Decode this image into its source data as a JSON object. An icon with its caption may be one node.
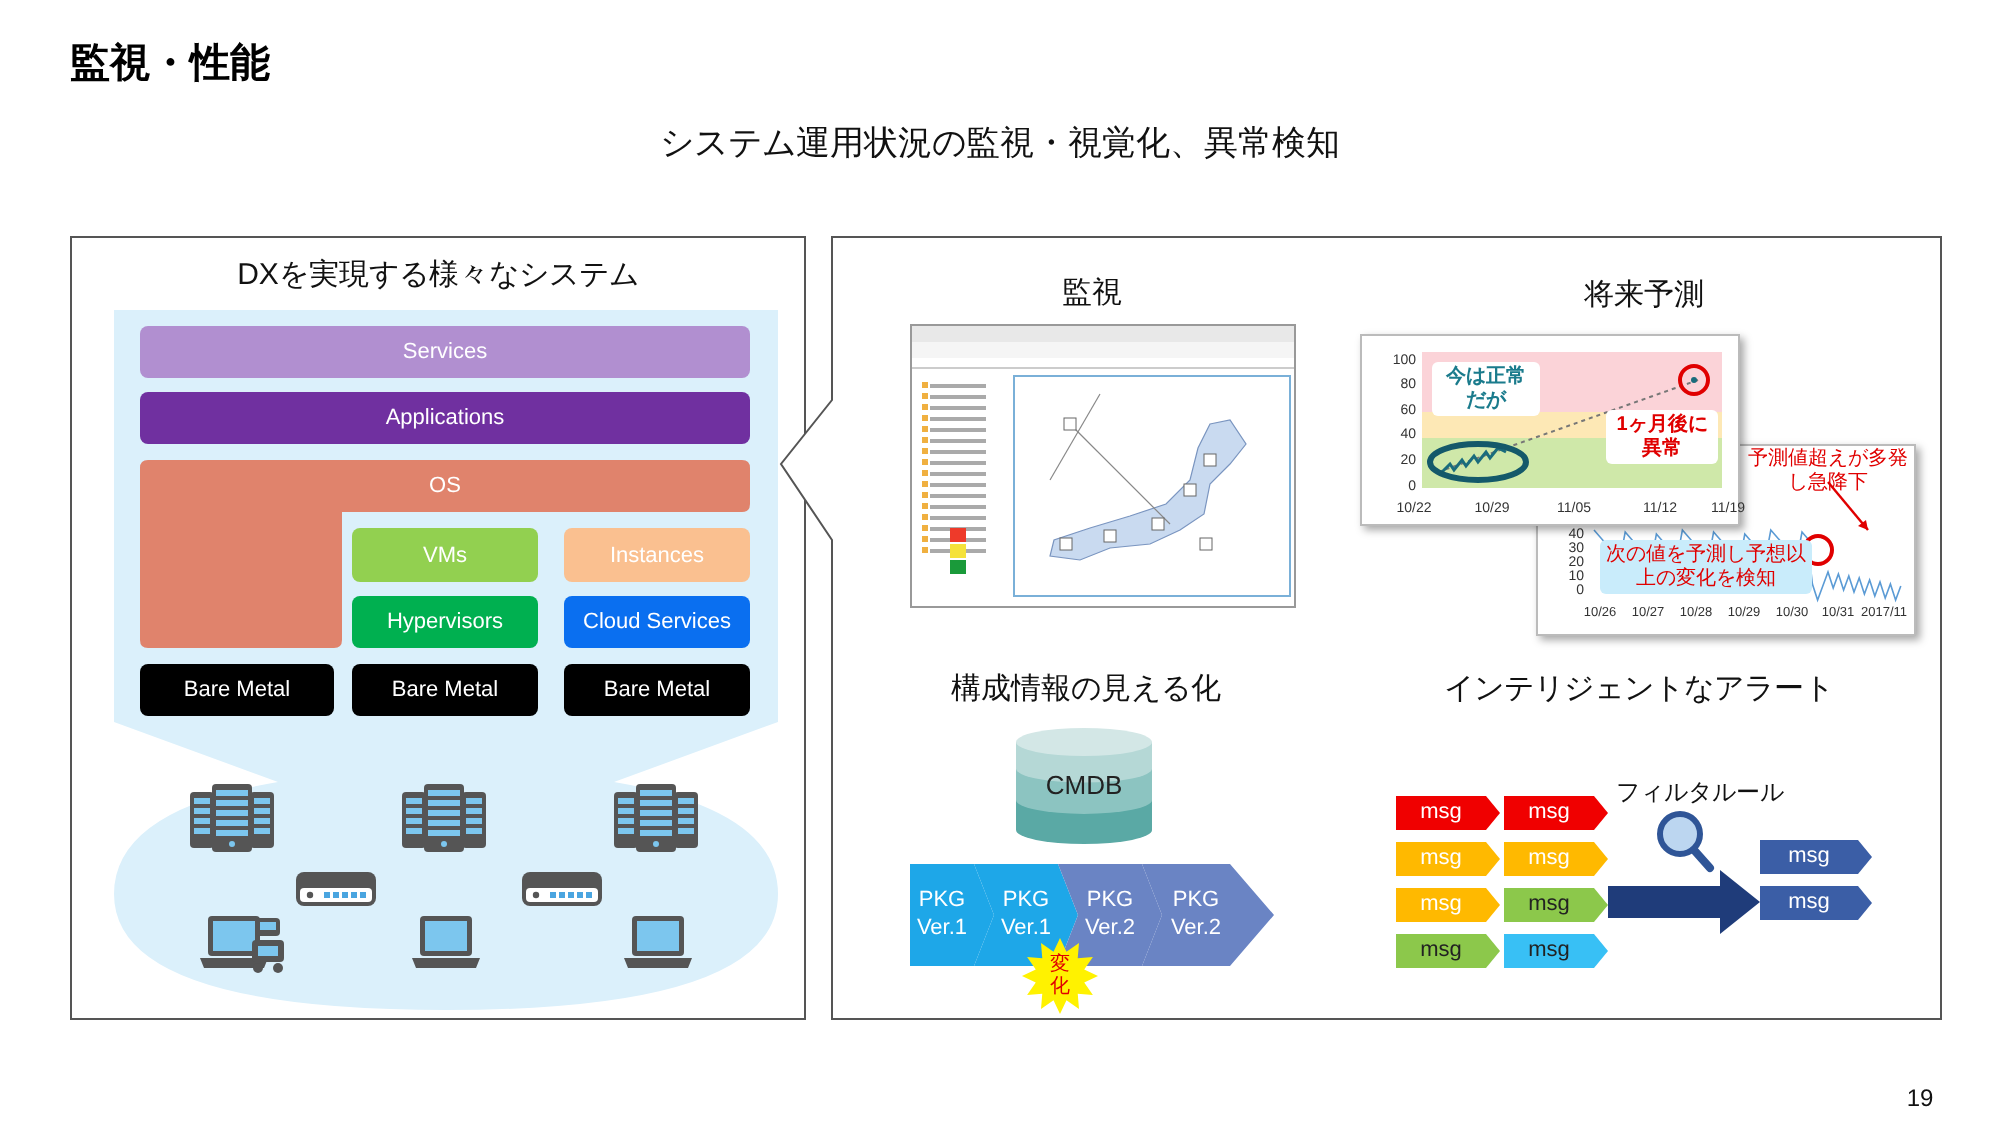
{
  "diagram": {
    "title": "監視・性能",
    "nodes": [
      {
        "text": [
          "DXを実現する様々なシステム"
        ]
      },
      {
        "text": [
          "Services"
        ],
        "in": 0
      },
      {
        "text": [
          "Applications"
        ],
        "in": 0
      },
      {
        "text": [
          "OS"
        ],
        "in": 0
      },
      {
        "text": [
          "VMs"
        ],
        "in": 0
      },
      {
        "text": [
          "Instances"
        ],
        "in": 0
      },
      {
        "text": [
          "Hypervisors"
        ],
        "in": 0
      },
      {
        "text": [
          "Cloud Services"
        ],
        "in": 0
      },
      {
        "text": [
          "Bare Metal"
        ],
        "in": 0
      },
      {
        "text": [
          "Bare Metal"
        ],
        "in": 0
      },
      {
        "text": [
          "Bare Metal"
        ],
        "in": 0
      },
      {
        "text": [],
        "shape": "box"
      },
      {
        "text": [
          "CMDB"
        ],
        "in": 11
      },
      {
        "text": [
          "PKG Ver.1"
        ],
        "in": 11
      },
      {
        "text": [
          "PKG Ver.1"
        ],
        "in": 11
      },
      {
        "text": [
          "PKG Ver.2"
        ],
        "in": 11
      },
      {
        "text": [
          "PKG Ver.2"
        ],
        "in": 11
      },
      {
        "text": [
          "変化"
        ],
        "in": 11
      },
      {
        "text": [
          "msg"
        ],
        "in": 11
      },
      {
        "text": [
          "msg"
        ],
        "in": 11
      },
      {
        "text": [
          "msg"
        ],
        "in": 11
      },
      {
        "text": [
          "msg"
        ],
        "in": 11
      },
      {
        "text": [
          "msg"
        ],
        "in": 11
      },
      {
        "text": [
          "msg"
        ],
        "in": 11
      },
      {
        "text": [
          "msg"
        ],
        "in": 11
      },
      {
        "text": [
          "msg"
        ],
        "in": 11
      },
      {
        "text": [
          "msg"
        ],
        "in": 11
      },
      {
        "text": [
          "msg"
        ],
        "in": 11
      }
    ],
    "edges": [
      {
        "from": 23,
        "to": 27,
        "arrow": "to",
        "style": "thick",
        "color": "#1f3c7a"
      }
    ],
    "labels": [
      "システム運用状況の監視・視覚化、異常検知",
      "監視",
      "将来予測",
      "100",
      "80",
      "60",
      "40",
      "20",
      "0",
      "10/22",
      "10/29",
      "11/05",
      "11/12",
      "11/19",
      "今は正常だが",
      "1ヶ月後に異常",
      "予測値超えが多発し急降下",
      "40",
      "30",
      "20",
      "10",
      "0",
      "10/26",
      "10/27",
      "10/28",
      "10/29",
      "10/30",
      "10/31",
      "2017/11",
      "次の値を予測し予想以上の変化を検知",
      "構成情報の見える化",
      "インテリジェントなアラート",
      "フィルタルール",
      "19"
    ]
  }
}
